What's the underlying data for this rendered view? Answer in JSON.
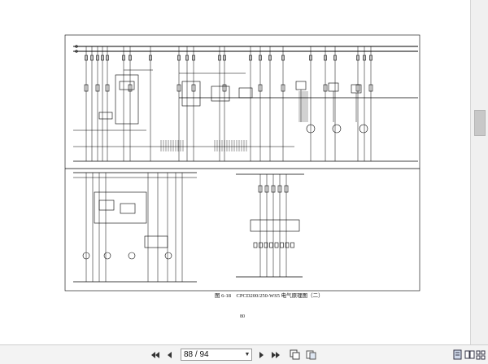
{
  "document": {
    "figure_caption": "图 6-18　CPCD200/250-WS5 电气原理图（二）",
    "page_number": "80"
  },
  "toolbar": {
    "page_indicator": "88 / 94",
    "icons": [
      "first-page-icon",
      "previous-page-icon",
      "dropdown-icon",
      "next-page-icon",
      "last-page-icon",
      "copy-icon",
      "layers-icon",
      "single-page-view-icon",
      "two-page-view-icon",
      "grid-view-icon"
    ]
  },
  "colors": {
    "ink": "#000000",
    "toolbar_bg": "#f3f3f3",
    "scroll_bg": "#f0f0f0"
  }
}
